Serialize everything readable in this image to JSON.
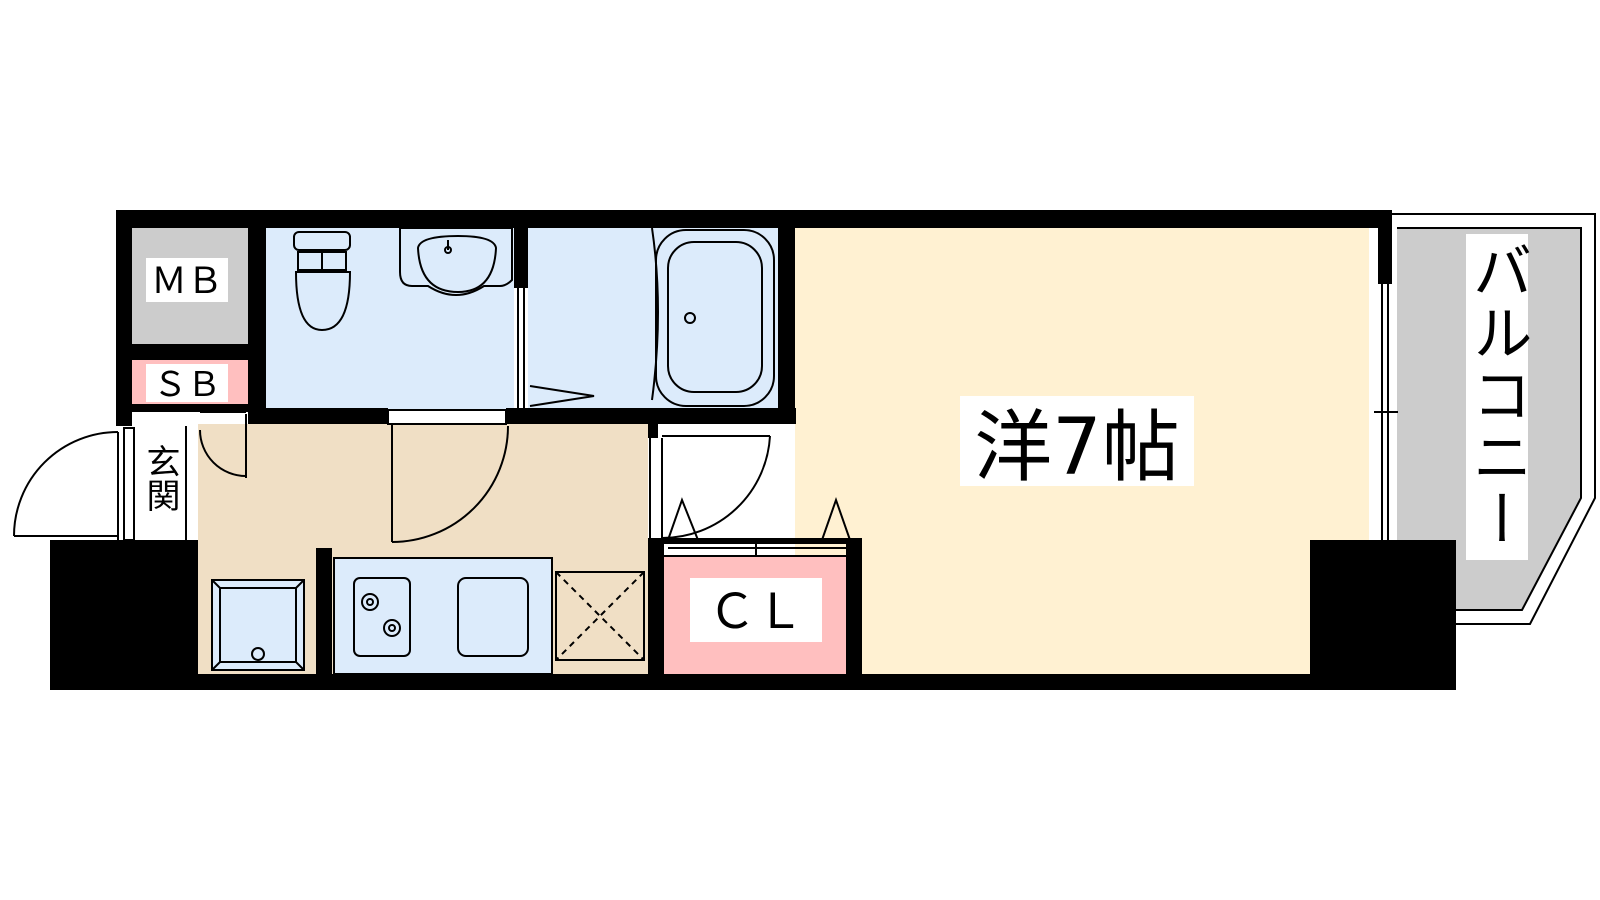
{
  "rooms": {
    "mb": "ＭＢ",
    "sb": "ＳＢ",
    "entrance": "玄関",
    "western": "洋7帖",
    "closet": "ＣＬ",
    "balcony": "バルコニー"
  },
  "colors": {
    "wall": "#000000",
    "storage": "#cccccc",
    "shoe_box": "#ffbfbf",
    "wet_area": "#dcebfb",
    "kitchen_floor": "#f0dfc5",
    "western_floor": "#fff1d2",
    "closet": "#ffbfbf",
    "balcony": "#cccccc"
  }
}
